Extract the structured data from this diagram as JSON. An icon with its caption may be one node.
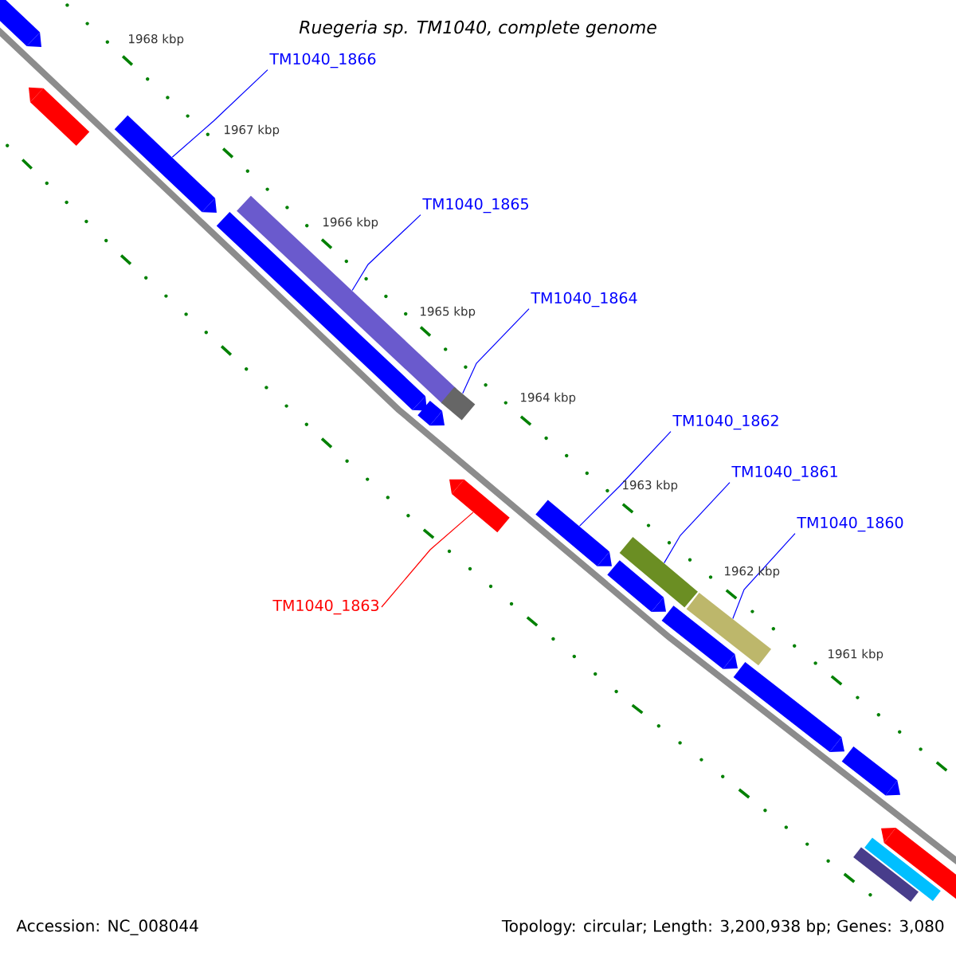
{
  "diagram": {
    "title": "Ruegeria sp. TM1040, complete genome",
    "nodes": [
      {
        "text": [
          "TM1040_1866"
        ]
      },
      {
        "text": [
          "TM1040_1865"
        ]
      },
      {
        "text": [
          "TM1040_1864"
        ]
      },
      {
        "text": [
          "TM1040_1862"
        ]
      },
      {
        "text": [
          "TM1040_1861"
        ]
      },
      {
        "text": [
          "TM1040_1860"
        ]
      },
      {
        "text": [
          "TM1040_1863"
        ]
      },
      {
        "text": [],
        "shape": "bar"
      },
      {
        "text": [],
        "shape": "bar"
      },
      {
        "text": [],
        "shape": "bar"
      },
      {
        "text": [],
        "shape": "bar"
      },
      {
        "text": [],
        "shape": "bar"
      },
      {
        "text": [],
        "shape": "bar"
      },
      {
        "text": [],
        "shape": "bar"
      },
      {
        "text": [],
        "shape": "bar"
      },
      {
        "text": [],
        "shape": "bar"
      },
      {
        "text": [],
        "shape": "bar"
      },
      {
        "text": [],
        "shape": "bar"
      },
      {
        "text": [],
        "shape": "bar"
      },
      {
        "text": [],
        "shape": "bar"
      },
      {
        "text": [],
        "shape": "bar"
      },
      {
        "text": [],
        "shape": "bar"
      },
      {
        "text": [],
        "shape": "bar"
      },
      {
        "text": [],
        "shape": "bar"
      },
      {
        "text": [],
        "shape": "bar"
      }
    ],
    "edges": [
      {
        "from": 0,
        "to": 9,
        "arrow": "none"
      },
      {
        "from": 1,
        "to": 10,
        "arrow": "none"
      },
      {
        "from": 2,
        "to": 13,
        "arrow": "none"
      },
      {
        "from": 3,
        "to": 15,
        "arrow": "none"
      },
      {
        "from": 4,
        "to": 17,
        "arrow": "none"
      },
      {
        "from": 5,
        "to": 18,
        "arrow": "none"
      },
      {
        "from": 6,
        "to": 14,
        "arrow": "none",
        "color": "#ff0000"
      }
    ],
    "labels": [
      "1968 kbp",
      "1967 kbp",
      "1966 kbp",
      "1965 kbp",
      "1964 kbp",
      "1963 kbp",
      "1962 kbp",
      "1961 kbp",
      "Accession: NC_008044",
      "Topology: circular; Length: 3,200,938 bp; Genes: 3,080"
    ]
  }
}
